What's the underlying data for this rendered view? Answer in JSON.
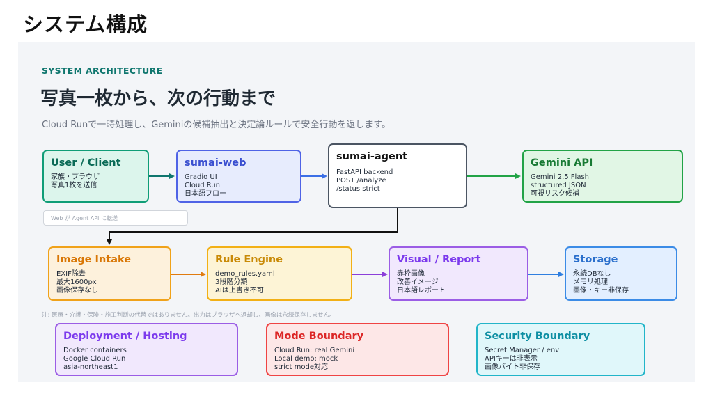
{
  "page_title": "システム構成",
  "eyebrow": "SYSTEM ARCHITECTURE",
  "headline": "写真一枚から、次の行動まで",
  "subtitle": "Cloud Runで一時処理し、Geminiの候補抽出と決定論ルールで安全行動を返します。",
  "note": "Web が Agent API に転送",
  "footnote": "注: 医療・介護・保険・施工判断の代替ではありません。出力はブラウザへ返却し、画像は永続保存しません。",
  "colors": {
    "teal": "#0f9d77",
    "blue": "#4f63e6",
    "dark": "#4b5563",
    "green": "#22a347",
    "orange": "#f0a21a",
    "gold": "#f2b016",
    "purple": "#9b5de5",
    "sky": "#3b8be6",
    "red": "#ef4444",
    "cyan": "#22b5c9"
  },
  "nodes": {
    "user_client": {
      "title": "User / Client",
      "lines": [
        "家族・ブラウザ",
        "写真1枚を送信"
      ]
    },
    "sumai_web": {
      "title": "sumai-web",
      "lines": [
        "Gradio UI",
        "Cloud Run",
        "日本語フロー"
      ]
    },
    "sumai_agent": {
      "title": "sumai-agent",
      "lines": [
        "FastAPI backend",
        "POST /analyze",
        "/status strict"
      ]
    },
    "gemini_api": {
      "title": "Gemini API",
      "lines": [
        "Gemini 2.5 Flash",
        "structured JSON",
        "可視リスク候補"
      ]
    },
    "image_intake": {
      "title": "Image Intake",
      "lines": [
        "EXIF除去",
        "最大1600px",
        "画像保存なし"
      ]
    },
    "rule_engine": {
      "title": "Rule Engine",
      "lines": [
        "demo_rules.yaml",
        "3段階分類",
        "AIは上書き不可"
      ]
    },
    "visual_report": {
      "title": "Visual / Report",
      "lines": [
        "赤枠画像",
        "改善イメージ",
        "日本語レポート"
      ]
    },
    "storage": {
      "title": "Storage",
      "lines": [
        "永続DBなし",
        "メモリ処理",
        "画像・キー非保存"
      ]
    },
    "deployment": {
      "title": "Deployment / Hosting",
      "lines": [
        "Docker containers",
        "Google Cloud Run",
        "asia-northeast1"
      ]
    },
    "mode_boundary": {
      "title": "Mode Boundary",
      "lines": [
        "Cloud Run: real Gemini",
        "Local demo: mock",
        "strict mode対応"
      ]
    },
    "security_boundary": {
      "title": "Security Boundary",
      "lines": [
        "Secret Manager / env",
        "APIキーは非表示",
        "画像バイト非保存"
      ]
    }
  }
}
